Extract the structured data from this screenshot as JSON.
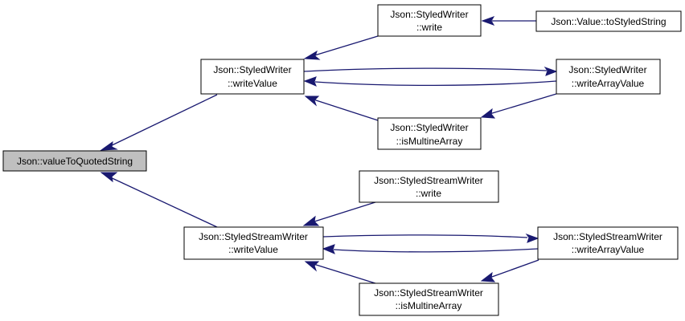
{
  "diagram": {
    "nodes": {
      "root": {
        "line1": "Json::valueToQuotedString"
      },
      "styled_write_value": {
        "line1": "Json::StyledWriter",
        "line2": "::writeValue"
      },
      "styled_write": {
        "line1": "Json::StyledWriter",
        "line2": "::write"
      },
      "to_styled_string": {
        "line1": "Json::Value::toStyledString"
      },
      "styled_write_array_value": {
        "line1": "Json::StyledWriter",
        "line2": "::writeArrayValue"
      },
      "styled_is_multine_array": {
        "line1": "Json::StyledWriter",
        "line2": "::isMultineArray"
      },
      "stream_write_value": {
        "line1": "Json::StyledStreamWriter",
        "line2": "::writeValue"
      },
      "stream_write": {
        "line1": "Json::StyledStreamWriter",
        "line2": "::write"
      },
      "stream_write_array_value": {
        "line1": "Json::StyledStreamWriter",
        "line2": "::writeArrayValue"
      },
      "stream_is_multine_array": {
        "line1": "Json::StyledStreamWriter",
        "line2": "::isMultineArray"
      }
    },
    "edge_color": "#191970",
    "root_fill": "#bfbfbf"
  }
}
